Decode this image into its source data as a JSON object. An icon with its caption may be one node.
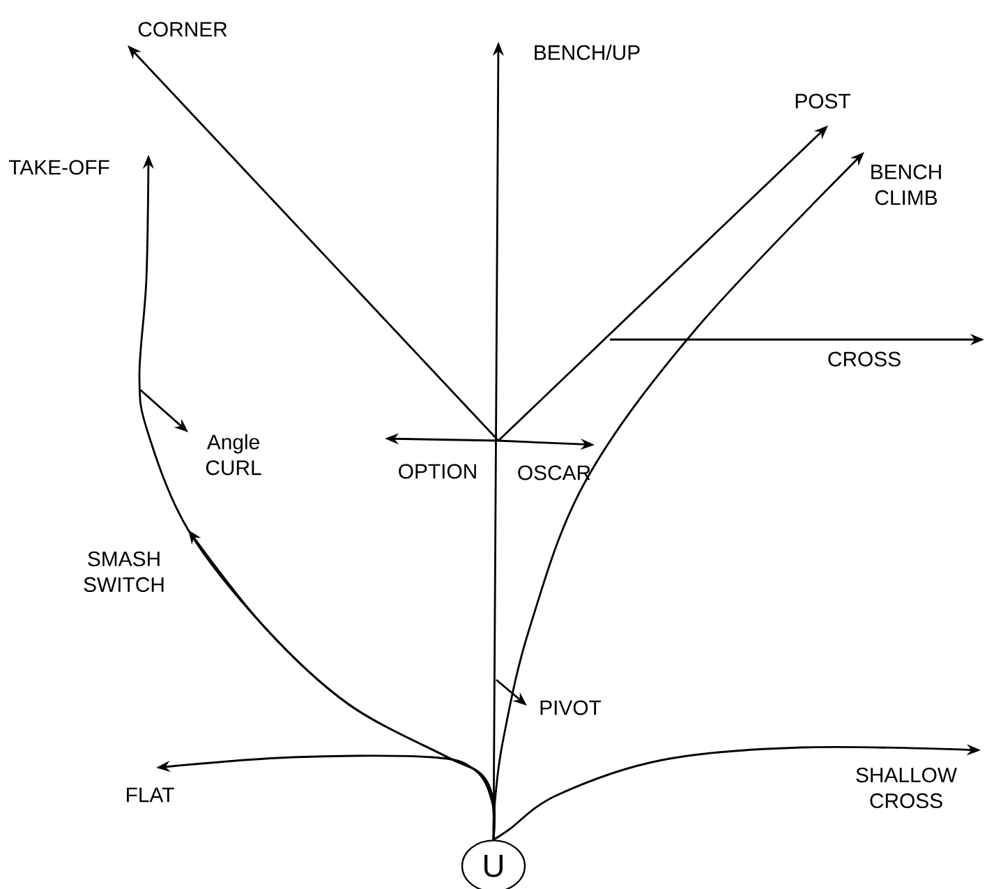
{
  "diagram": {
    "nodes": [
      {
        "text": [
          "U"
        ]
      },
      {
        "text": [
          "CORNER"
        ]
      },
      {
        "text": [
          "BENCH/UP"
        ]
      },
      {
        "text": [
          "POST"
        ]
      },
      {
        "text": [
          "BENCH CLIMB"
        ]
      },
      {
        "text": [
          "TAKE-OFF"
        ]
      },
      {
        "text": [
          "CROSS"
        ]
      },
      {
        "text": [
          "Angle CURL"
        ]
      },
      {
        "text": [
          "OPTION"
        ]
      },
      {
        "text": [
          "OSCAR"
        ]
      },
      {
        "text": [
          "SMASH SWITCH"
        ]
      },
      {
        "text": [
          "PIVOT"
        ]
      },
      {
        "text": [
          "FLAT"
        ]
      },
      {
        "text": [
          "SHALLOW CROSS"
        ]
      }
    ],
    "edges": [
      {
        "from": 0,
        "to": 2,
        "arrow": "to"
      },
      {
        "from": null,
        "to": 1,
        "arrow": "to"
      },
      {
        "from": null,
        "to": 3,
        "arrow": "to"
      },
      {
        "from": null,
        "to": 6,
        "arrow": "to"
      },
      {
        "from": 0,
        "to": 4,
        "arrow": "to"
      },
      {
        "from": null,
        "to": 11,
        "arrow": "to"
      },
      {
        "from": 0,
        "to": 5,
        "arrow": "to"
      },
      {
        "from": null,
        "to": 7,
        "arrow": "to"
      },
      {
        "from": 0,
        "to": 10,
        "arrow": "to"
      },
      {
        "from": 0,
        "to": 12,
        "arrow": "to"
      },
      {
        "from": 0,
        "to": 13,
        "arrow": "to"
      },
      {
        "from": null,
        "to": 8,
        "arrow": "to"
      },
      {
        "from": null,
        "to": 9,
        "arrow": "to"
      }
    ]
  }
}
